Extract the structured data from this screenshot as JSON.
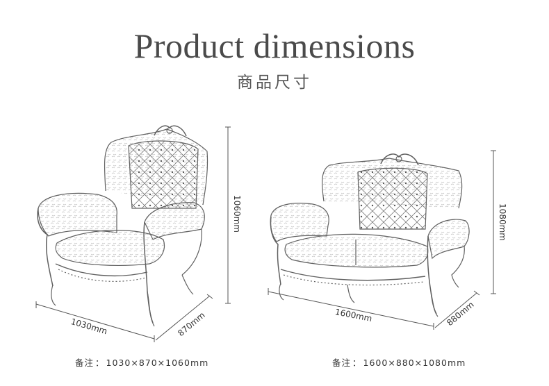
{
  "header": {
    "title": "Product dimensions",
    "subtitle": "商品尺寸"
  },
  "products": [
    {
      "name": "armchair",
      "width_label": "1030mm",
      "depth_label": "870mm",
      "height_label": "1060mm",
      "note_label": "备注",
      "note_value": "1030×870×1060mm"
    },
    {
      "name": "loveseat",
      "width_label": "1600mm",
      "depth_label": "880mm",
      "height_label": "1080mm",
      "note_label": "备注",
      "note_value": "1600×880×1080mm"
    }
  ],
  "colors": {
    "line": "#555555",
    "sketch": "#6a6a6a",
    "text": "#3a3a3a"
  }
}
